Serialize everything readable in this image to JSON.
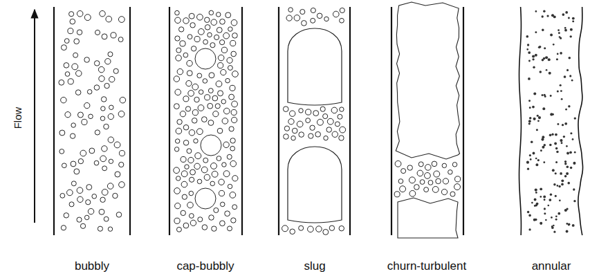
{
  "diagram": {
    "labels": [
      "Flow",
      "bubbly",
      "cap-bubbly",
      "slug",
      "churn-turbulent",
      "annular"
    ]
  }
}
